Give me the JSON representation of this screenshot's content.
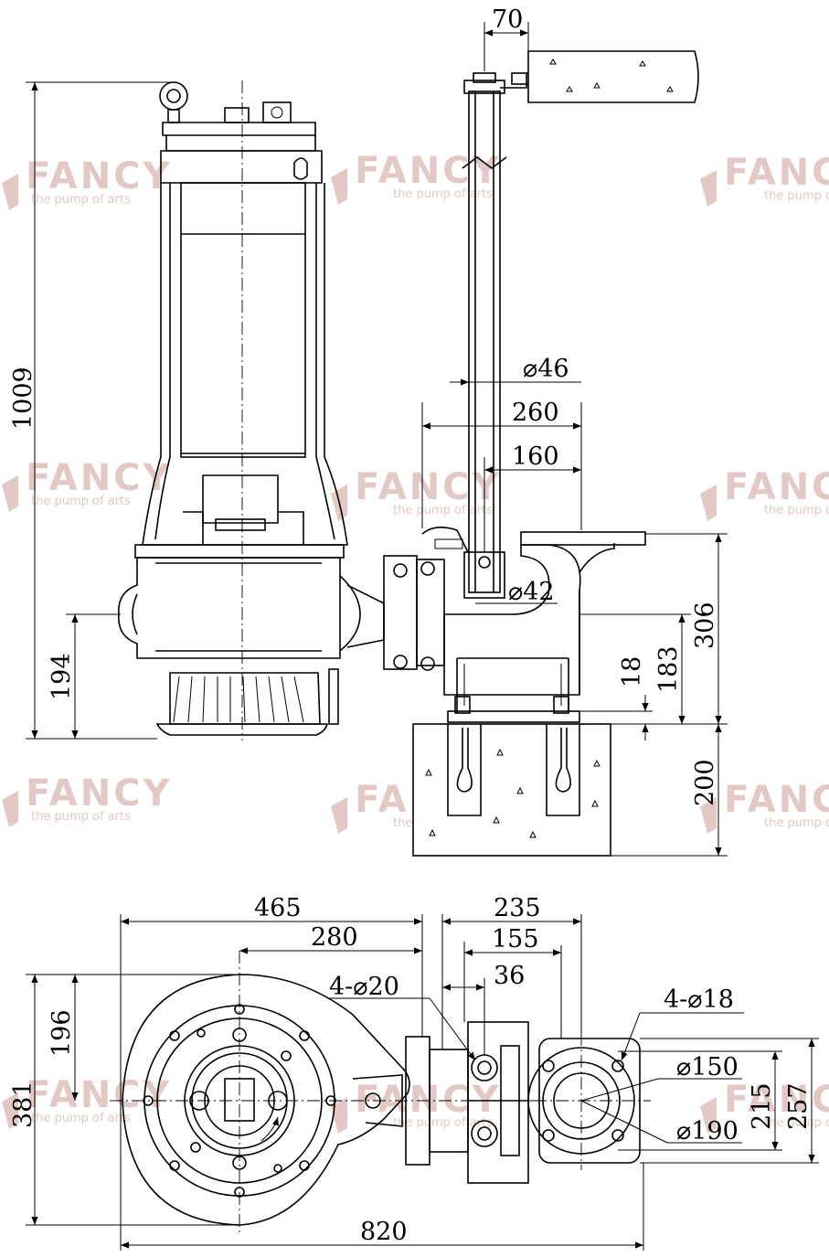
{
  "watermark": {
    "brand": "FANCY",
    "tagline": "the pump of arts",
    "color": "#e3c9c6"
  },
  "elevation_dims": {
    "d70": "70",
    "d1009": "1009",
    "d46": "⌀46",
    "d260": "260",
    "d160": "160",
    "d42": "⌀42",
    "d306": "306",
    "d18": "18",
    "d183": "183",
    "d194": "194",
    "d200": "200"
  },
  "plan_dims": {
    "d465": "465",
    "d235": "235",
    "d280": "280",
    "d155": "155",
    "d36": "36",
    "holes20": "4-⌀20",
    "holes18": "4-⌀18",
    "d196": "196",
    "d381": "381",
    "d150": "⌀150",
    "d215": "215",
    "d257": "257",
    "d190": "⌀190",
    "d820": "820"
  }
}
